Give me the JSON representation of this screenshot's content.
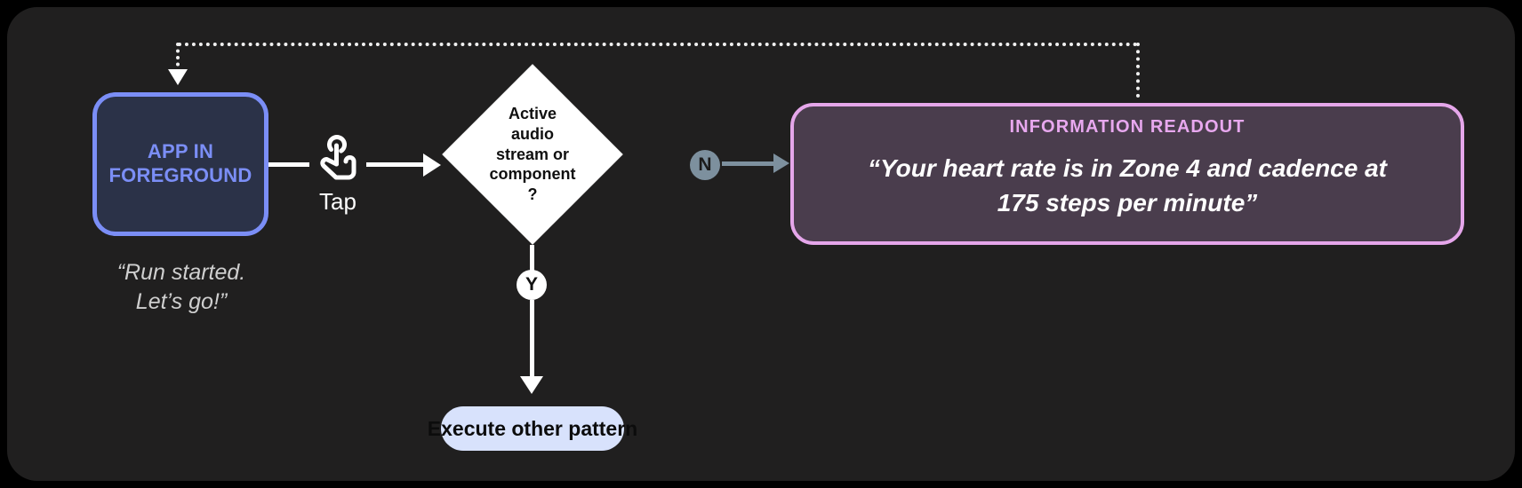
{
  "diagram": {
    "title": "Tap interaction decision flow",
    "background_color": "#201f1f"
  },
  "app_node": {
    "label_line1": "APP IN",
    "label_line2": "FOREGROUND",
    "border_color": "#7b8ef6",
    "fill_color": "#2b3248",
    "caption_line1": "“Run started.",
    "caption_line2": "Let’s go!”"
  },
  "gesture": {
    "icon": "tap-gesture-icon",
    "label": "Tap"
  },
  "decision": {
    "line1": "Active",
    "line2": "audio",
    "line3": "stream or",
    "line4": "component",
    "line5": "?",
    "fill_color": "#ffffff"
  },
  "branches": {
    "no": {
      "badge": "N",
      "badge_color": "#7d909e",
      "arrow_color": "#7d909e"
    },
    "yes": {
      "badge": "Y",
      "badge_color": "#ffffff",
      "arrow_color": "#ffffff"
    }
  },
  "readout": {
    "title": "INFORMATION READOUT",
    "body_line1": "“Your heart rate is in Zone 4 and cadence at",
    "body_line2": "175 steps per minute”",
    "border_color": "#e5a6ea",
    "fill_color": "#4a3d4d",
    "title_color": "#e8a8ef"
  },
  "execute": {
    "label": "Execute other pattern",
    "fill_color": "#d8e2fc",
    "text_color": "#0c0c0c"
  },
  "feedback_path": {
    "style": "dotted",
    "color": "#f0f0f0"
  }
}
